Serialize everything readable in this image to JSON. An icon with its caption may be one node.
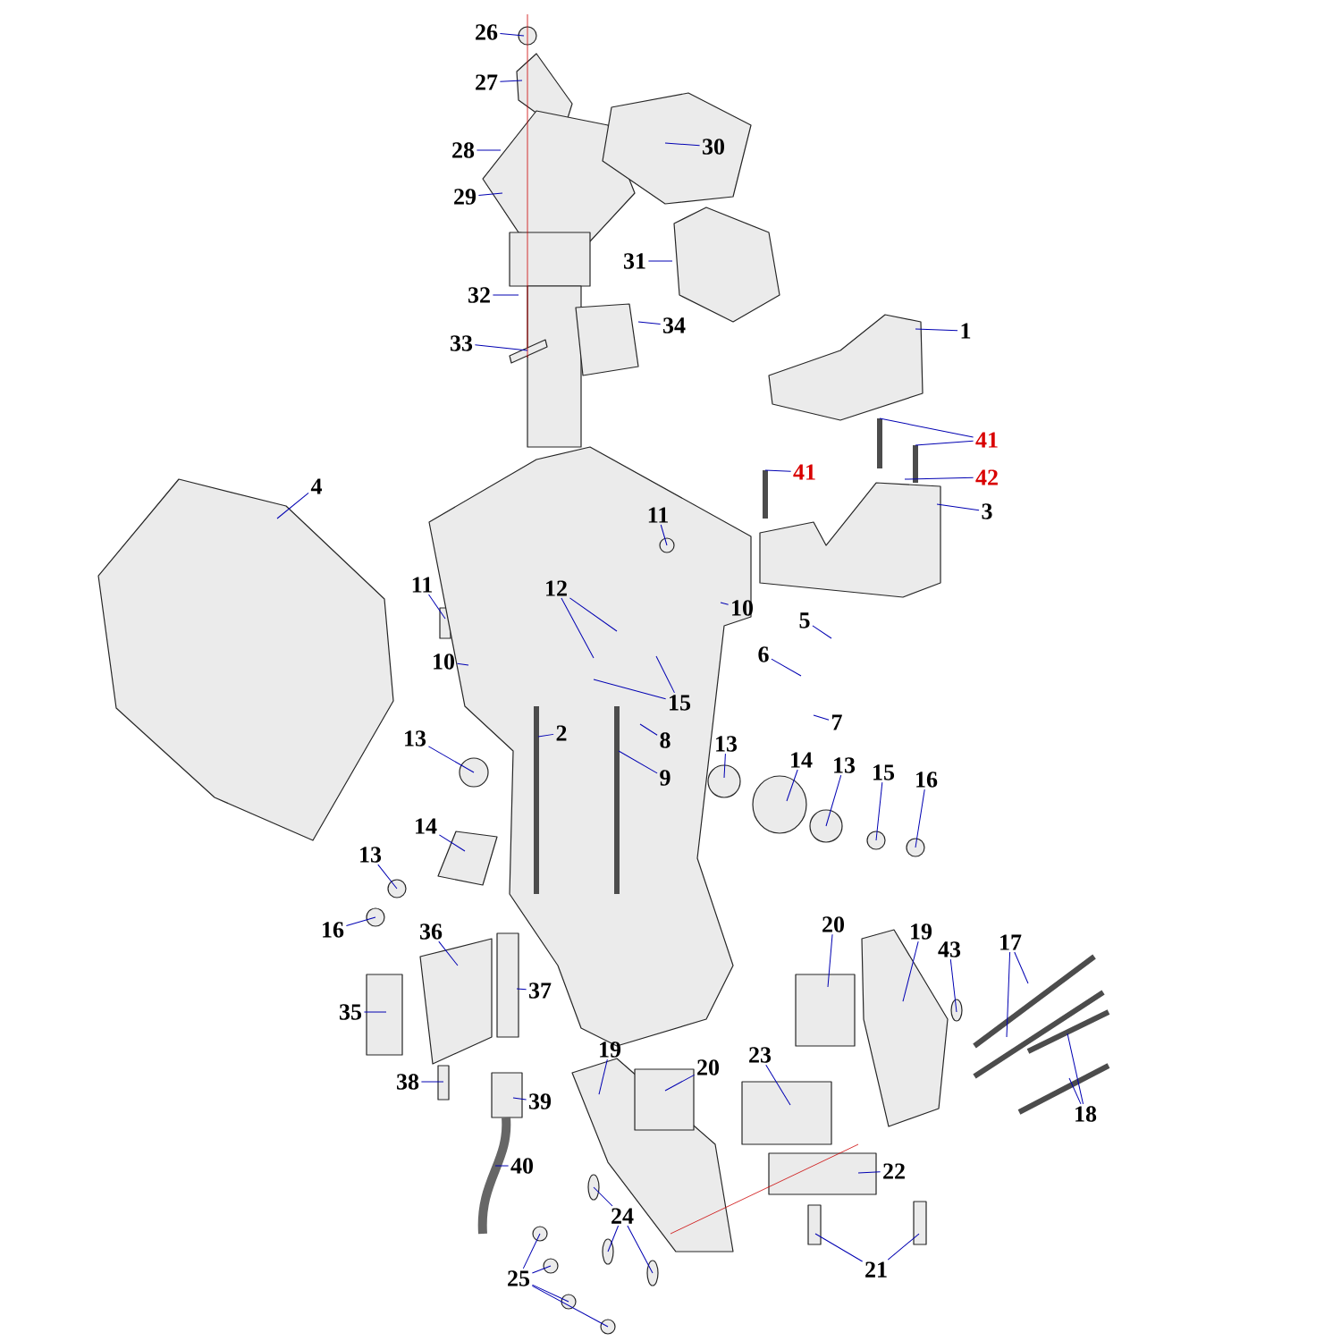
{
  "diagram": {
    "nodes": [
      {
        "text": [
          "26"
        ]
      },
      {
        "text": [
          "27"
        ]
      },
      {
        "text": [
          "30"
        ]
      },
      {
        "text": [
          "28"
        ]
      },
      {
        "text": [
          "29"
        ]
      },
      {
        "text": [
          "31"
        ]
      },
      {
        "text": [
          "32"
        ]
      },
      {
        "text": [
          "33"
        ]
      },
      {
        "text": [
          "34"
        ]
      },
      {
        "text": [
          "1"
        ]
      },
      {
        "text": [
          "41"
        ]
      },
      {
        "text": [
          "41"
        ]
      },
      {
        "text": [
          "42"
        ]
      },
      {
        "text": [
          "4"
        ]
      },
      {
        "text": [
          "3"
        ]
      },
      {
        "text": [
          "11"
        ]
      },
      {
        "text": [
          "11"
        ]
      },
      {
        "text": [
          "12"
        ]
      },
      {
        "text": [
          "10"
        ]
      },
      {
        "text": [
          "10"
        ]
      },
      {
        "text": [
          "5"
        ]
      },
      {
        "text": [
          "6"
        ]
      },
      {
        "text": [
          "15"
        ]
      },
      {
        "text": [
          "2"
        ]
      },
      {
        "text": [
          "7"
        ]
      },
      {
        "text": [
          "8"
        ]
      },
      {
        "text": [
          "13"
        ]
      },
      {
        "text": [
          "13"
        ]
      },
      {
        "text": [
          "14"
        ]
      },
      {
        "text": [
          "9"
        ]
      },
      {
        "text": [
          "13"
        ]
      },
      {
        "text": [
          "15"
        ]
      },
      {
        "text": [
          "16"
        ]
      },
      {
        "text": [
          "14"
        ]
      },
      {
        "text": [
          "13"
        ]
      },
      {
        "text": [
          "16"
        ]
      },
      {
        "text": [
          "20"
        ]
      },
      {
        "text": [
          "19"
        ]
      },
      {
        "text": [
          "36"
        ]
      },
      {
        "text": [
          "17"
        ]
      },
      {
        "text": [
          "43"
        ]
      },
      {
        "text": [
          "37"
        ]
      },
      {
        "text": [
          "35"
        ]
      },
      {
        "text": [
          "19"
        ]
      },
      {
        "text": [
          "23"
        ]
      },
      {
        "text": [
          "20"
        ]
      },
      {
        "text": [
          "38"
        ]
      },
      {
        "text": [
          "39"
        ]
      },
      {
        "text": [
          "18"
        ]
      },
      {
        "text": [
          "40"
        ]
      },
      {
        "text": [
          "22"
        ]
      },
      {
        "text": [
          "24"
        ]
      },
      {
        "text": [
          "25"
        ]
      },
      {
        "text": [
          "21"
        ]
      }
    ],
    "edges": [
      {
        "from": 0,
        "to": null,
        "arrow": "none"
      },
      {
        "from": 1,
        "to": null,
        "arrow": "none"
      },
      {
        "from": 2,
        "to": null,
        "arrow": "none"
      },
      {
        "from": 3,
        "to": null,
        "arrow": "none"
      },
      {
        "from": 4,
        "to": null,
        "arrow": "none"
      },
      {
        "from": 5,
        "to": null,
        "arrow": "none"
      },
      {
        "from": 6,
        "to": null,
        "arrow": "none"
      },
      {
        "from": 7,
        "to": null,
        "arrow": "none"
      },
      {
        "from": 8,
        "to": null,
        "arrow": "none"
      },
      {
        "from": 9,
        "to": null,
        "arrow": "none"
      },
      {
        "from": 10,
        "to": null,
        "arrow": "none"
      },
      {
        "from": 10,
        "to": null,
        "arrow": "none"
      },
      {
        "from": 11,
        "to": null,
        "arrow": "none"
      },
      {
        "from": 12,
        "to": null,
        "arrow": "none"
      },
      {
        "from": 13,
        "to": null,
        "arrow": "none"
      },
      {
        "from": 14,
        "to": null,
        "arrow": "none"
      },
      {
        "from": 15,
        "to": null,
        "arrow": "none"
      },
      {
        "from": 16,
        "to": null,
        "arrow": "none"
      },
      {
        "from": 17,
        "to": null,
        "arrow": "none"
      },
      {
        "from": 17,
        "to": null,
        "arrow": "none"
      },
      {
        "from": 18,
        "to": null,
        "arrow": "none"
      },
      {
        "from": 19,
        "to": null,
        "arrow": "none"
      },
      {
        "from": 20,
        "to": null,
        "arrow": "none"
      },
      {
        "from": 21,
        "to": null,
        "arrow": "none"
      },
      {
        "from": 22,
        "to": null,
        "arrow": "none"
      },
      {
        "from": 22,
        "to": null,
        "arrow": "none"
      },
      {
        "from": 23,
        "to": null,
        "arrow": "none"
      },
      {
        "from": 24,
        "to": null,
        "arrow": "none"
      },
      {
        "from": 25,
        "to": null,
        "arrow": "none"
      },
      {
        "from": 26,
        "to": null,
        "arrow": "none"
      },
      {
        "from": 27,
        "to": null,
        "arrow": "none"
      },
      {
        "from": 28,
        "to": null,
        "arrow": "none"
      },
      {
        "from": 29,
        "to": null,
        "arrow": "none"
      },
      {
        "from": 30,
        "to": null,
        "arrow": "none"
      },
      {
        "from": 31,
        "to": null,
        "arrow": "none"
      },
      {
        "from": 32,
        "to": null,
        "arrow": "none"
      },
      {
        "from": 33,
        "to": null,
        "arrow": "none"
      },
      {
        "from": 34,
        "to": null,
        "arrow": "none"
      },
      {
        "from": 35,
        "to": null,
        "arrow": "none"
      },
      {
        "from": 36,
        "to": null,
        "arrow": "none"
      },
      {
        "from": 37,
        "to": null,
        "arrow": "none"
      },
      {
        "from": 38,
        "to": null,
        "arrow": "none"
      },
      {
        "from": 39,
        "to": null,
        "arrow": "none"
      },
      {
        "from": 39,
        "to": null,
        "arrow": "none"
      },
      {
        "from": 40,
        "to": null,
        "arrow": "none"
      },
      {
        "from": 41,
        "to": null,
        "arrow": "none"
      },
      {
        "from": 42,
        "to": null,
        "arrow": "none"
      },
      {
        "from": 43,
        "to": null,
        "arrow": "none"
      },
      {
        "from": 44,
        "to": null,
        "arrow": "none"
      },
      {
        "from": 45,
        "to": null,
        "arrow": "none"
      },
      {
        "from": 46,
        "to": null,
        "arrow": "none"
      },
      {
        "from": 47,
        "to": null,
        "arrow": "none"
      },
      {
        "from": 48,
        "to": null,
        "arrow": "none"
      },
      {
        "from": 48,
        "to": null,
        "arrow": "none"
      },
      {
        "from": 49,
        "to": null,
        "arrow": "none"
      },
      {
        "from": 50,
        "to": null,
        "arrow": "none"
      },
      {
        "from": 51,
        "to": null,
        "arrow": "none"
      },
      {
        "from": 51,
        "to": null,
        "arrow": "none"
      },
      {
        "from": 51,
        "to": null,
        "arrow": "none"
      },
      {
        "from": 52,
        "to": null,
        "arrow": "none"
      },
      {
        "from": 52,
        "to": null,
        "arrow": "none"
      },
      {
        "from": 52,
        "to": null,
        "arrow": "none"
      },
      {
        "from": 52,
        "to": null,
        "arrow": "none"
      },
      {
        "from": 53,
        "to": null,
        "arrow": "none"
      },
      {
        "from": 53,
        "to": null,
        "arrow": "none"
      }
    ]
  }
}
